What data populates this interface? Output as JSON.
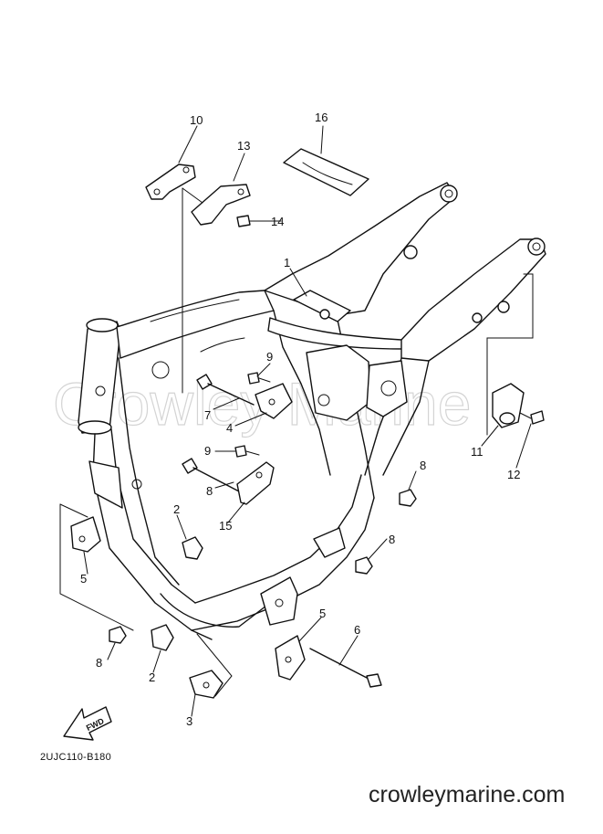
{
  "diagram": {
    "diagram_code": "2UJC110-B180",
    "watermark": "Crowley Marine",
    "site_label": "crowleymarine.com",
    "fwd_label": "FWD",
    "callouts": [
      {
        "id": "c1",
        "label": "1"
      },
      {
        "id": "c2a",
        "label": "2"
      },
      {
        "id": "c2b",
        "label": "2"
      },
      {
        "id": "c3",
        "label": "3"
      },
      {
        "id": "c4",
        "label": "4"
      },
      {
        "id": "c5a",
        "label": "5"
      },
      {
        "id": "c5b",
        "label": "5"
      },
      {
        "id": "c6",
        "label": "6"
      },
      {
        "id": "c7a",
        "label": "7"
      },
      {
        "id": "c7b",
        "label": "7"
      },
      {
        "id": "c8a",
        "label": "8"
      },
      {
        "id": "c8b",
        "label": "8"
      },
      {
        "id": "c8c",
        "label": "8"
      },
      {
        "id": "c9a",
        "label": "9"
      },
      {
        "id": "c9b",
        "label": "9"
      },
      {
        "id": "c10",
        "label": "10"
      },
      {
        "id": "c11",
        "label": "11"
      },
      {
        "id": "c12",
        "label": "12"
      },
      {
        "id": "c13",
        "label": "13"
      },
      {
        "id": "c14",
        "label": "14"
      },
      {
        "id": "c15",
        "label": "15"
      },
      {
        "id": "c16",
        "label": "16"
      }
    ]
  }
}
